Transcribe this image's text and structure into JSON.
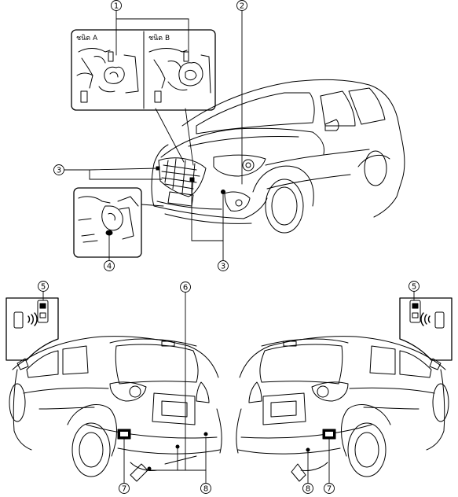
{
  "insets": {
    "type_a_label": "ชนิด A",
    "type_b_label": "ชนิด B"
  },
  "callouts": {
    "c1": "1",
    "c2": "2",
    "c3a": "3",
    "c3b": "3",
    "c4": "4",
    "c5_left": "5",
    "c5_right": "5",
    "c6": "6",
    "c7_left": "7",
    "c7_right": "7",
    "c8_left": "8",
    "c8_right": "8"
  }
}
